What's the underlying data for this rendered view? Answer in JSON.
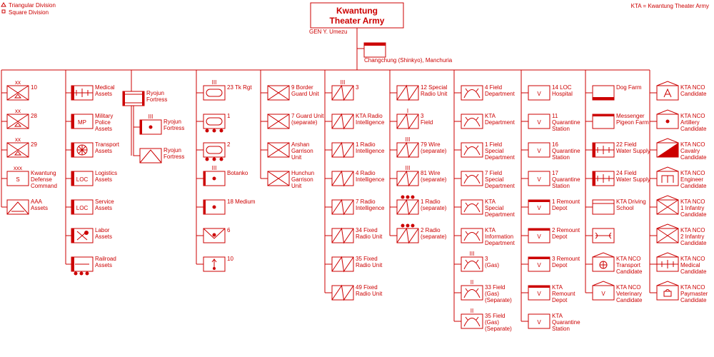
{
  "legend": {
    "triangular": "Triangular Division",
    "square": "Square Division",
    "abbrev": "KTA = Kwantung Theater Army"
  },
  "hq": {
    "title": [
      "Kwantung",
      "Theater Army"
    ],
    "commander": "GEN  Y. Umezu",
    "location": "Changchung (Shinkyo), Manchuria"
  },
  "columns": [
    {
      "id": "divisions",
      "units": [
        {
          "sym": "div-tri",
          "echelon": "xx",
          "label": [
            "10"
          ]
        },
        {
          "sym": "div-tri",
          "echelon": "xx",
          "label": [
            "28"
          ]
        },
        {
          "sym": "div-tri",
          "echelon": "xx",
          "label": [
            "29"
          ]
        },
        {
          "sym": "box-S",
          "echelon": "xxx",
          "label": [
            "Kwantung",
            "Defense",
            "Command"
          ]
        },
        {
          "sym": "aaa",
          "label": [
            "AAA",
            "Assets"
          ]
        }
      ]
    },
    {
      "id": "services",
      "units": [
        {
          "sym": "medical",
          "label": [
            "Medical",
            "Assets"
          ]
        },
        {
          "sym": "mp",
          "label": [
            "Military",
            "Police",
            "Assets"
          ]
        },
        {
          "sym": "transport",
          "label": [
            "Transport",
            "Assets"
          ]
        },
        {
          "sym": "loc",
          "label": [
            "Logistics",
            "Assets"
          ]
        },
        {
          "sym": "loc",
          "label": [
            "Service",
            "Assets"
          ]
        },
        {
          "sym": "labor",
          "label": [
            "Labor",
            "Assets"
          ]
        },
        {
          "sym": "railroad",
          "label": [
            "Railroad",
            "Assets"
          ]
        }
      ]
    },
    {
      "id": "ryojun",
      "units": [
        {
          "sym": "fortress",
          "label": [
            "Ryojun",
            "Fortress"
          ]
        },
        {
          "sym": "fortress-art",
          "echelon": "III",
          "label": [
            "Ryojun",
            "Fortress"
          ]
        },
        {
          "sym": "fortress-tri",
          "label": [
            "Ryojun",
            "Fortress"
          ]
        }
      ]
    },
    {
      "id": "armor",
      "units": [
        {
          "sym": "tank",
          "echelon": "III",
          "label": [
            "23 Tk Rgt"
          ]
        },
        {
          "sym": "tank-wheels",
          "label": [
            "1"
          ]
        },
        {
          "sym": "tank-wheels",
          "label": [
            "2"
          ]
        },
        {
          "sym": "artillery-bar",
          "echelon": "III",
          "label": [
            "Botanko"
          ]
        },
        {
          "sym": "artillery-bar",
          "label": [
            "18 Medium"
          ]
        },
        {
          "sym": "aa-art",
          "label": [
            "6"
          ]
        },
        {
          "sym": "rocket",
          "label": [
            "10"
          ]
        }
      ]
    },
    {
      "id": "guards",
      "units": [
        {
          "sym": "infantry",
          "label": [
            "9 Border",
            "Guard Unit"
          ]
        },
        {
          "sym": "infantry",
          "label": [
            "7 Guard Unit",
            "(separate)"
          ]
        },
        {
          "sym": "infantry",
          "label": [
            "Arshan",
            "Garrison",
            "Unit"
          ]
        },
        {
          "sym": "infantry",
          "label": [
            "Hunchun",
            "Garrison",
            "Unit"
          ]
        }
      ]
    },
    {
      "id": "radio",
      "units": [
        {
          "sym": "signal",
          "echelon": "III",
          "label": [
            "3"
          ]
        },
        {
          "sym": "signal",
          "label": [
            "KTA Radio",
            "Intelligence"
          ]
        },
        {
          "sym": "signal",
          "label": [
            "1 Radio",
            "Intelligence"
          ]
        },
        {
          "sym": "signal",
          "label": [
            "4 Radio",
            "Intelligence"
          ]
        },
        {
          "sym": "signal",
          "label": [
            "7 Radio",
            "Intelligence"
          ]
        },
        {
          "sym": "signal",
          "label": [
            "34 Fixed",
            "Radio Unit"
          ]
        },
        {
          "sym": "signal",
          "label": [
            "35 Fixed",
            "Radio Unit"
          ]
        },
        {
          "sym": "signal",
          "label": [
            "49 Fixed",
            "Radio Unit"
          ]
        }
      ]
    },
    {
      "id": "signal",
      "units": [
        {
          "sym": "signal",
          "label": [
            "12 Special",
            "Radio Unit"
          ]
        },
        {
          "sym": "signal",
          "echelon": "I",
          "label": [
            "3",
            "Field"
          ]
        },
        {
          "sym": "signal",
          "echelon": "III",
          "label": [
            "79 Wire",
            "(separate)"
          ]
        },
        {
          "sym": "signal",
          "echelon": "III",
          "label": [
            "81 Wire",
            "(separate)"
          ]
        },
        {
          "sym": "signal",
          "echelon": "dots",
          "label": [
            "1 Radio",
            "(separate)"
          ]
        },
        {
          "sym": "signal",
          "echelon": "dots",
          "label": [
            "2 Radio",
            "(separate)"
          ]
        }
      ]
    },
    {
      "id": "field-dept",
      "units": [
        {
          "sym": "chem",
          "label": [
            "4 Field",
            "Department"
          ]
        },
        {
          "sym": "chem",
          "label": [
            "KTA",
            "Department"
          ]
        },
        {
          "sym": "chem",
          "label": [
            "1 Field",
            "Special",
            "Department"
          ]
        },
        {
          "sym": "chem",
          "label": [
            "7 Field",
            "Special",
            "Department"
          ]
        },
        {
          "sym": "chem",
          "label": [
            "KTA",
            "Special",
            "Department"
          ]
        },
        {
          "sym": "chem",
          "label": [
            "KTA",
            "Information",
            "Department"
          ]
        },
        {
          "sym": "chem",
          "echelon": "III",
          "label": [
            "3",
            "(Gas)"
          ]
        },
        {
          "sym": "chem",
          "echelon": "II",
          "label": [
            "33 Field",
            "(Gas)",
            "(Separate)"
          ]
        },
        {
          "sym": "chem",
          "echelon": "II",
          "label": [
            "35 Field",
            "(Gas)",
            "(Separate)"
          ]
        }
      ]
    },
    {
      "id": "veterinary",
      "units": [
        {
          "sym": "vet",
          "label": [
            "14 LOC",
            "Hospital"
          ]
        },
        {
          "sym": "vet",
          "label": [
            "11",
            "Quarantine",
            "Station"
          ]
        },
        {
          "sym": "vet",
          "label": [
            "16",
            "Quarantine",
            "Station"
          ]
        },
        {
          "sym": "vet",
          "label": [
            "17",
            "Quarantine",
            "Station"
          ]
        },
        {
          "sym": "vet-bar",
          "label": [
            "1 Remount",
            "Depot"
          ]
        },
        {
          "sym": "vet-bar",
          "label": [
            "2 Remount",
            "Depot"
          ]
        },
        {
          "sym": "vet-bar",
          "label": [
            "3 Remount",
            "Depot"
          ]
        },
        {
          "sym": "vet-bar",
          "label": [
            "KTA",
            "Remount",
            "Depot"
          ]
        },
        {
          "sym": "vet",
          "label": [
            "KTA",
            "Quarantine",
            "Station"
          ]
        }
      ]
    },
    {
      "id": "misc",
      "units": [
        {
          "sym": "bar-bottom",
          "label": [
            "Dog  Farm"
          ]
        },
        {
          "sym": "bar-top",
          "label": [
            "Messenger",
            "Pigeon Farm"
          ]
        },
        {
          "sym": "water",
          "label": [
            "22 Field",
            "Water Supply"
          ]
        },
        {
          "sym": "water",
          "label": [
            "24 Field",
            "Water Supply"
          ]
        },
        {
          "sym": "school",
          "label": [
            "KTA Driving",
            "School"
          ]
        },
        {
          "sym": "maint",
          "label": []
        },
        {
          "sym": "nco-transport",
          "label": [
            "KTA NCO",
            "Transport",
            "Candidate"
          ]
        },
        {
          "sym": "nco-vet",
          "label": [
            "KTA NCO",
            "Veterinary",
            "Candidate"
          ]
        }
      ]
    },
    {
      "id": "nco",
      "units": [
        {
          "sym": "nco-a",
          "label": [
            "KTA NCO",
            "Candidate"
          ]
        },
        {
          "sym": "nco-art",
          "label": [
            "KTA NCO",
            "Artillery",
            "Candidate"
          ]
        },
        {
          "sym": "nco-cav",
          "label": [
            "KTA NCO",
            "Cavalry",
            "Candidate"
          ]
        },
        {
          "sym": "nco-eng",
          "label": [
            "KTA NCO",
            "Engineer",
            "Candidate"
          ]
        },
        {
          "sym": "nco-inf",
          "label": [
            "KTA NCO",
            "1 Infantry",
            "Candidate"
          ]
        },
        {
          "sym": "nco-inf",
          "label": [
            "KTA NCO",
            "2 Infantry",
            "Candidate"
          ]
        },
        {
          "sym": "nco-med",
          "label": [
            "KTA NCO",
            "Medical",
            "Candidate"
          ]
        },
        {
          "sym": "nco-pay",
          "label": [
            "KTA NCO",
            "Paymaster",
            "Candidate"
          ]
        }
      ]
    }
  ]
}
